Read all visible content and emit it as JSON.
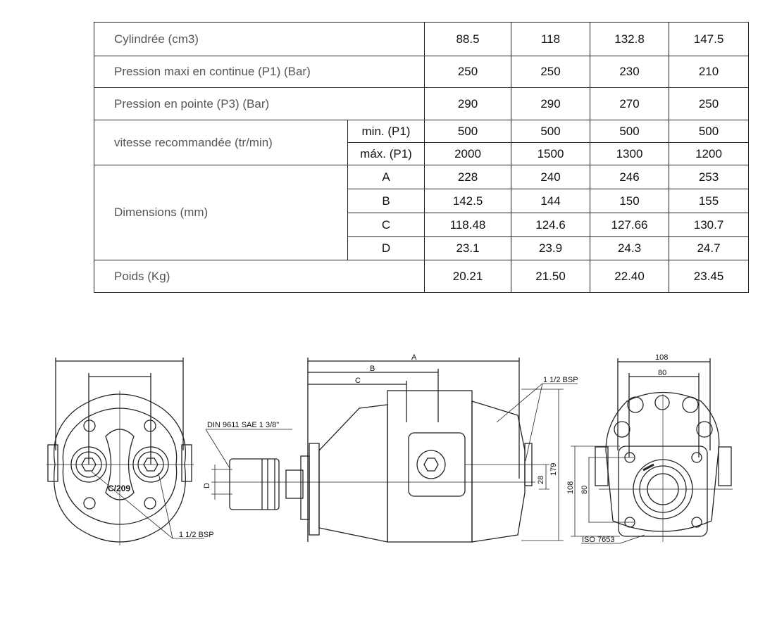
{
  "table": {
    "rows": [
      {
        "label": "Cylindrée (cm3)",
        "values": [
          "88.5",
          "118",
          "132.8",
          "147.5"
        ]
      },
      {
        "label": "Pression maxi en continue (P1) (Bar)",
        "values": [
          "250",
          "250",
          "230",
          "210"
        ]
      },
      {
        "label": "Pression en pointe (P3) (Bar)",
        "values": [
          "290",
          "290",
          "270",
          "250"
        ]
      }
    ],
    "speed": {
      "label": "vitesse recommandée (tr/min)",
      "sub": [
        {
          "label": "min. (P1)",
          "values": [
            "500",
            "500",
            "500",
            "500"
          ]
        },
        {
          "label": "máx. (P1)",
          "values": [
            "2000",
            "1500",
            "1300",
            "1200"
          ]
        }
      ]
    },
    "dimensions": {
      "label": "Dimensions (mm)",
      "sub": [
        {
          "label": "A",
          "values": [
            "228",
            "240",
            "246",
            "253"
          ]
        },
        {
          "label": "B",
          "values": [
            "142.5",
            "144",
            "150",
            "155"
          ]
        },
        {
          "label": "C",
          "values": [
            "118.48",
            "124.6",
            "127.66",
            "130.7"
          ]
        },
        {
          "label": "D",
          "values": [
            "23.1",
            "23.9",
            "24.3",
            "24.7"
          ]
        }
      ]
    },
    "weight": {
      "label": "Poids (Kg)",
      "values": [
        "20.21",
        "21.50",
        "22.40",
        "23.45"
      ]
    }
  },
  "drawing": {
    "dim_a": "A",
    "dim_b": "B",
    "dim_c": "C",
    "dim_d": "D",
    "dim_28": "28",
    "dim_179": "179",
    "dim_108_top": "108",
    "dim_80_top": "80",
    "dim_108_side": "108",
    "dim_80_side": "80",
    "shaft_label": "DIN 9611 SAE 1 3/8\"",
    "port_label_left": "1 1/2 BSP",
    "port_label_right": "1 1/2 BSP",
    "flange_label": "ISO 7653",
    "model_mark": "C/209"
  }
}
